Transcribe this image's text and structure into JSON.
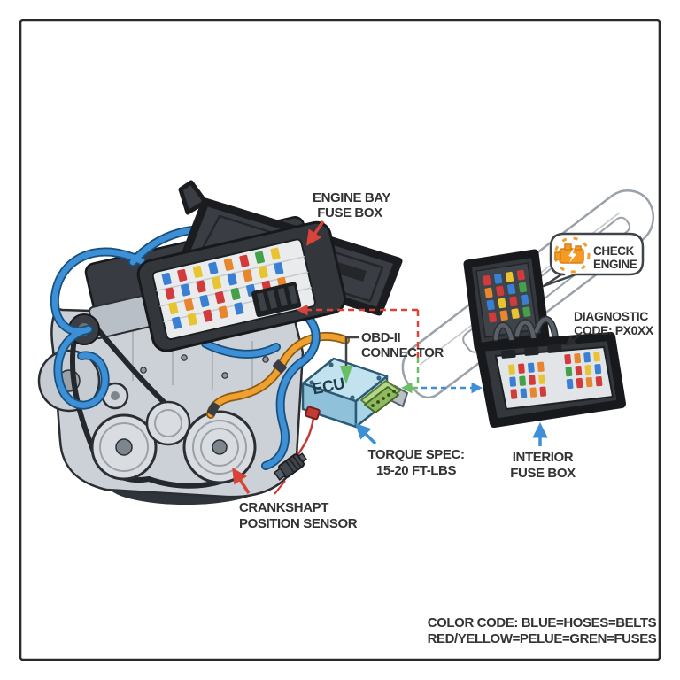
{
  "diagram": {
    "title_context": "engine-diagnostics-illustration",
    "labels": {
      "engine_bay_fuse_box": {
        "line1": "ENGINE BAY",
        "line2": "FUSE BOX"
      },
      "check_engine": {
        "line1": "CHECK",
        "line2": "ENGINE"
      },
      "diagnostic_code": {
        "line1": "DIAGNOSTIC",
        "line2": "CODE: PX0XX"
      },
      "obd_connector": {
        "line1": "OBD-II",
        "line2": "CONNECTOR"
      },
      "ecu": "ECU",
      "torque_spec": {
        "line1": "TORQUE SPEC:",
        "line2": "15-20 FT-LBS"
      },
      "interior_fuse_box": {
        "line1": "INTERIOR",
        "line2": "FUSE BOX"
      },
      "crankshaft_sensor": {
        "line1": "CRANKSHAPT",
        "line2": "POSITION SENSOR"
      },
      "color_code": {
        "line1": "COLOR CODE: BLUE=HOSES=BELTS",
        "line2": "RED/YELLOW=PELUE=GREN=FUSES"
      }
    },
    "colors": {
      "hose_blue": "#3d8fd6",
      "hose_orange": "#f0a030",
      "belt_black": "#24272c",
      "arrow_red": "#d8433a",
      "arrow_blue": "#3d8fd6",
      "dashed_red": "#d8433a",
      "dashed_green": "#69bf63",
      "dashed_blue": "#3d8fd6",
      "check_engine_orange": "#f59a23",
      "ecu_body_blue": "#c3e2ef",
      "connector_green": "#8fba5c",
      "fuse_palette": [
        "#d23b3b",
        "#3b7fd2",
        "#e8c430",
        "#e8862f",
        "#46a04a"
      ],
      "label_text": "#333333",
      "frame_border": "#2a2a2a"
    }
  }
}
